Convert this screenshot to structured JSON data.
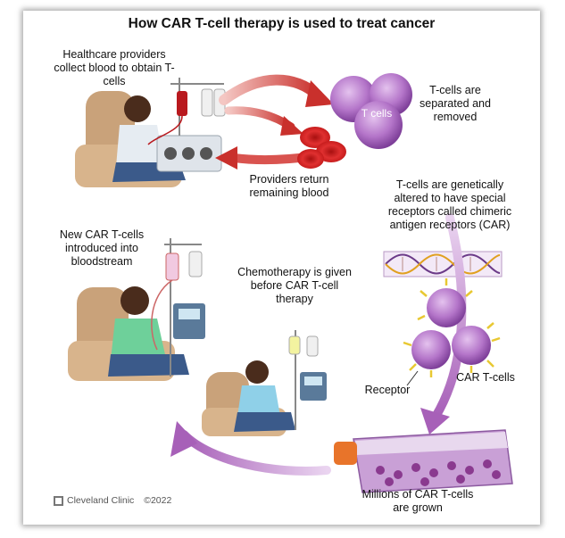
{
  "title": "How CAR T-cell therapy is used to treat cancer",
  "labels": {
    "collect": "Healthcare providers collect blood to obtain T-cells",
    "tcells_inner": "T cells",
    "separated": "T-cells are separated and removed",
    "return": "Providers return remaining blood",
    "altered": "T-cells are genetically altered to have special receptors called chimeric antigen receptors (CAR)",
    "new_car": "New CAR T-cells introduced into bloodstream",
    "chemo": "Chemotherapy is given before CAR T-cell therapy",
    "receptor": "Receptor",
    "car_tcells": "CAR T-cells",
    "millions": "Millions of CAR T-cells are grown"
  },
  "footer": {
    "brand": "Cleveland Clinic",
    "year": "©2022"
  },
  "colors": {
    "arrow_red": "#d9534f",
    "arrow_purple": "#b06fc0",
    "cell_purple": "#a05cb8",
    "rbc_red": "#d22020",
    "receptor_yellow": "#e8c832"
  }
}
